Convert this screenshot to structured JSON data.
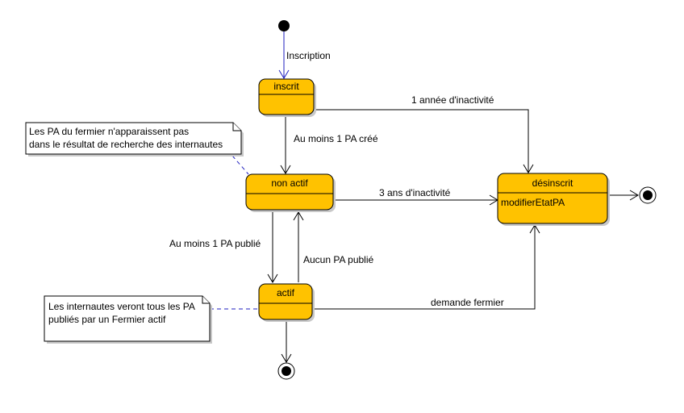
{
  "states": {
    "inscrit": {
      "name": "inscrit"
    },
    "non_actif": {
      "name": "non actif"
    },
    "actif": {
      "name": "actif"
    },
    "desinscrit": {
      "name": "désinscrit",
      "action": "modifierEtatPA"
    }
  },
  "transitions": {
    "inscription": "Inscription",
    "inscrit_to_desinscrit": "1 année d'inactivité",
    "inscrit_to_non_actif": "Au moins 1 PA créé",
    "non_actif_to_desinscrit": "3 ans d'inactivité",
    "non_actif_to_actif": "Au moins 1 PA publié",
    "actif_to_non_actif": "Aucun PA publié",
    "actif_to_desinscrit": "demande fermier"
  },
  "notes": {
    "non_actif_note": {
      "line1": "Les PA du fermier n'apparaissent pas",
      "line2": "dans le résultat de recherche des internautes"
    },
    "actif_note": {
      "line1": "Les internautes veront tous les PA",
      "line2": "publiés par un Fermier actif"
    }
  },
  "colors": {
    "state_fill": "#ffc200",
    "initial_arrow": "#1f1fbf",
    "note_link": "#1f1fbf"
  }
}
